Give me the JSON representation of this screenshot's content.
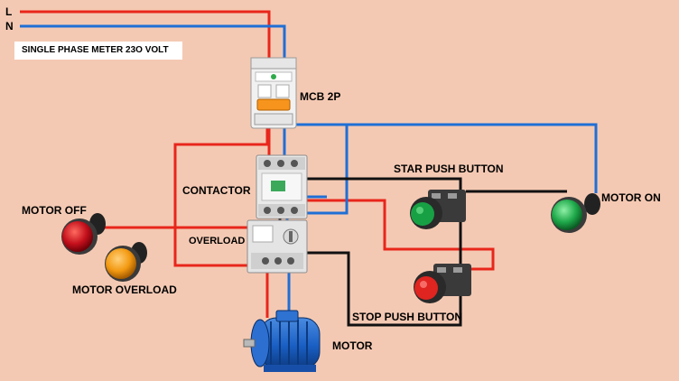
{
  "labels": {
    "line": "L",
    "neutral": "N",
    "meter": "SINGLE PHASE METER 23O VOLT",
    "mcb": "MCB 2P",
    "contactor": "CONTACTOR",
    "overload": "OVERLOAD",
    "star_push_button": "STAR PUSH BUTTON",
    "stop_push_button": "STOP PUSH BUTTON",
    "motor_off": "MOTOR OFF",
    "motor_overload": "MOTOR OVERLOAD",
    "motor_on": "MOTOR ON",
    "motor": "MOTOR"
  },
  "colors": {
    "background": "#f4c9b3",
    "line_wire": "#e8261b",
    "neutral_wire": "#1f6fd6",
    "control_wire": "#111111",
    "motor_off_lamp": "#c4101c",
    "motor_overload_lamp": "#f39a12",
    "motor_on_lamp": "#1ea84a",
    "start_button": "#18a045",
    "stop_button": "#e0241f"
  }
}
